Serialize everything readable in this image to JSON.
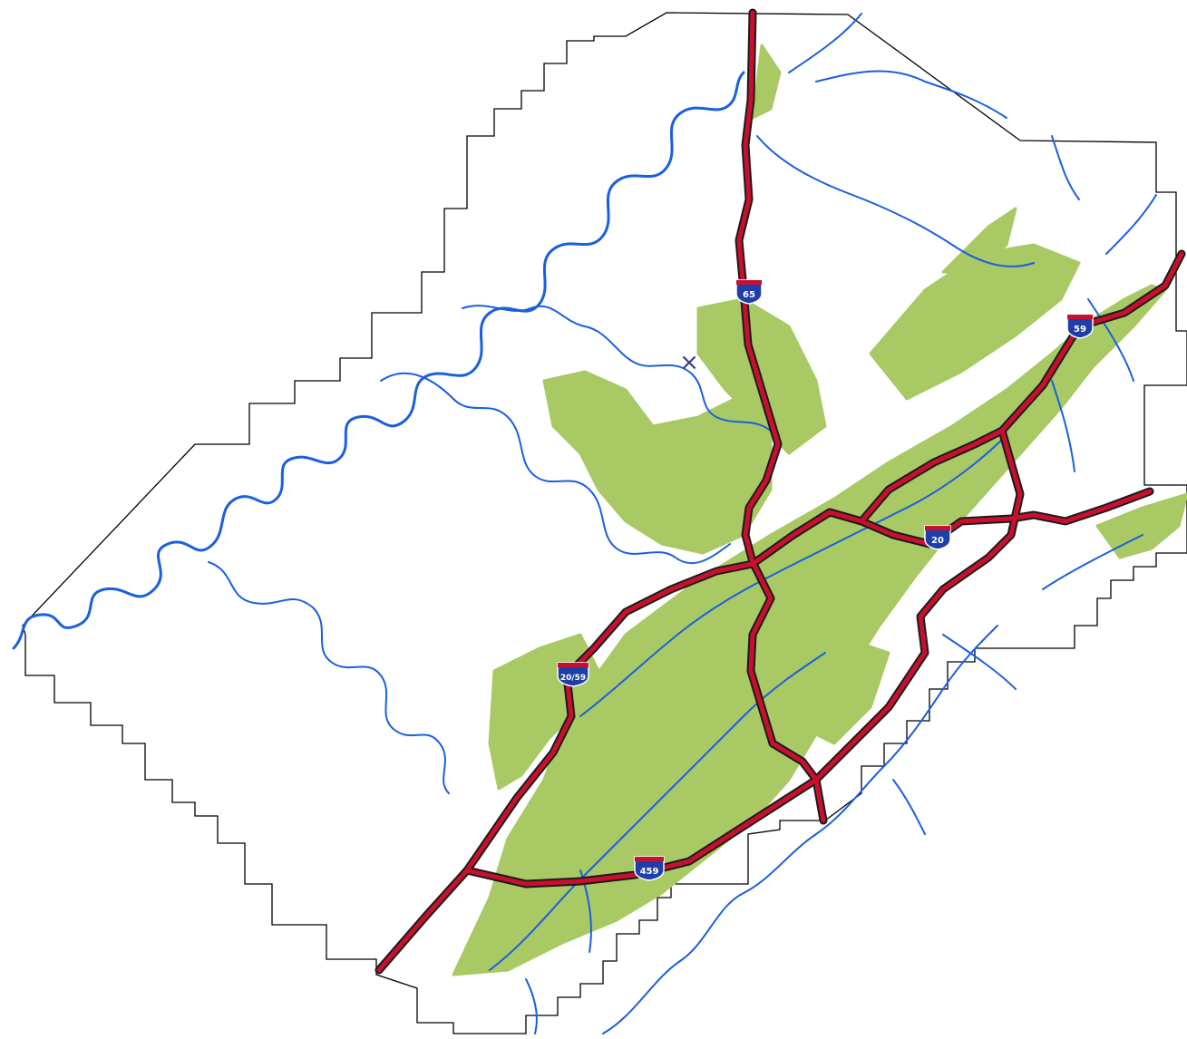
{
  "map": {
    "colors": {
      "background": "#ffffff",
      "boundary": "#000000",
      "river": "#1a5fe0",
      "urban": "#a9c964",
      "highway_fill": "#c8102e",
      "highway_outline": "#1a1a1a",
      "shield_blue": "#1f3fa8",
      "shield_red": "#c8102e"
    },
    "shields": [
      {
        "id": "i65",
        "label": "65"
      },
      {
        "id": "i59",
        "label": "59"
      },
      {
        "id": "i20",
        "label": "20"
      },
      {
        "id": "i20-59",
        "label": "20/59"
      },
      {
        "id": "i459",
        "label": "459"
      }
    ],
    "marker": {
      "symbol": "×",
      "icon": "location-cross-icon"
    }
  }
}
